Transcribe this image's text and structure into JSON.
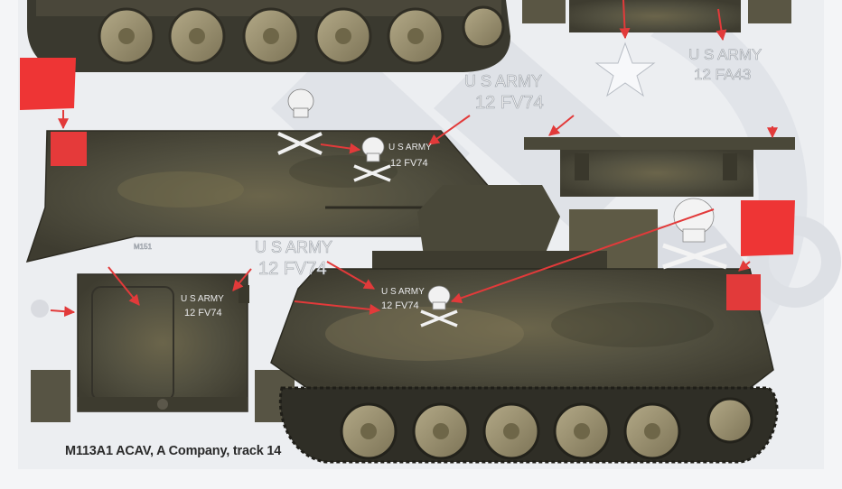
{
  "caption": "M113A1 ACAV, A Company, track 14",
  "markings": {
    "us_army": "U S ARMY",
    "track_number": "12 FV74",
    "other_track_number": "12 FA43",
    "small_stencil": "M151"
  },
  "colors": {
    "olive_drab": "#55523e",
    "olive_dark": "#3f3d2f",
    "sand_mottle": "#8a7f5d",
    "red_marker": "#ee3535",
    "arrow_red": "#e23a3a",
    "watermark": "#c9ccd3"
  }
}
